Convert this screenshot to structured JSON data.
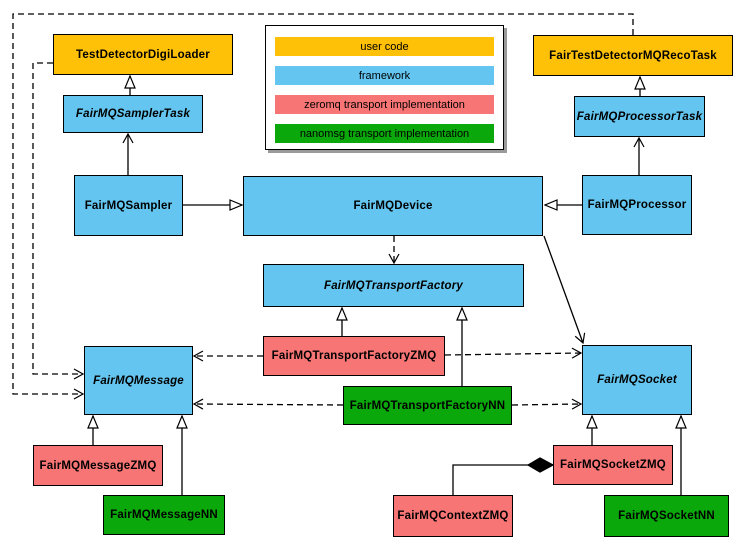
{
  "colors": {
    "user_code": "#FFC107",
    "framework": "#64C6F0",
    "zeromq": "#F87575",
    "nanomsg": "#0BA80B",
    "border": "#000000",
    "background": "#FFFFFF",
    "legend_shadow": "#9A9A9A"
  },
  "legend": {
    "items": [
      {
        "label": "user code",
        "category": "user_code"
      },
      {
        "label": "framework",
        "category": "framework"
      },
      {
        "label": "zeromq transport implementation",
        "category": "zeromq"
      },
      {
        "label": "nanomsg transport implementation",
        "category": "nanomsg"
      }
    ]
  },
  "nodes": [
    {
      "id": "TestDetectorDigiLoader",
      "label": "TestDetectorDigiLoader",
      "category": "user_code",
      "abstract": false
    },
    {
      "id": "FairTestDetectorMQRecoTask",
      "label": "FairTestDetectorMQRecoTask",
      "category": "user_code",
      "abstract": false
    },
    {
      "id": "FairMQSamplerTask",
      "label": "FairMQSamplerTask",
      "category": "framework",
      "abstract": true
    },
    {
      "id": "FairMQProcessorTask",
      "label": "FairMQProcessorTask",
      "category": "framework",
      "abstract": true
    },
    {
      "id": "FairMQSampler",
      "label": "FairMQSampler",
      "category": "framework",
      "abstract": false
    },
    {
      "id": "FairMQDevice",
      "label": "FairMQDevice",
      "category": "framework",
      "abstract": false
    },
    {
      "id": "FairMQProcessor",
      "label": "FairMQProcessor",
      "category": "framework",
      "abstract": false
    },
    {
      "id": "FairMQTransportFactory",
      "label": "FairMQTransportFactory",
      "category": "framework",
      "abstract": true
    },
    {
      "id": "FairMQTransportFactoryZMQ",
      "label": "FairMQTransportFactoryZMQ",
      "category": "zeromq",
      "abstract": false
    },
    {
      "id": "FairMQTransportFactoryNN",
      "label": "FairMQTransportFactoryNN",
      "category": "nanomsg",
      "abstract": false
    },
    {
      "id": "FairMQMessage",
      "label": "FairMQMessage",
      "category": "framework",
      "abstract": true
    },
    {
      "id": "FairMQSocket",
      "label": "FairMQSocket",
      "category": "framework",
      "abstract": true
    },
    {
      "id": "FairMQMessageZMQ",
      "label": "FairMQMessageZMQ",
      "category": "zeromq",
      "abstract": false
    },
    {
      "id": "FairMQMessageNN",
      "label": "FairMQMessageNN",
      "category": "nanomsg",
      "abstract": false
    },
    {
      "id": "FairMQSocketZMQ",
      "label": "FairMQSocketZMQ",
      "category": "zeromq",
      "abstract": false
    },
    {
      "id": "FairMQSocketNN",
      "label": "FairMQSocketNN",
      "category": "nanomsg",
      "abstract": false
    },
    {
      "id": "FairMQContextZMQ",
      "label": "FairMQContextZMQ",
      "category": "zeromq",
      "abstract": false
    }
  ],
  "edges": [
    {
      "from": "FairMQSamplerTask",
      "to": "TestDetectorDigiLoader",
      "line": "solid",
      "head": "hollow-triangle"
    },
    {
      "from": "FairMQProcessorTask",
      "to": "FairTestDetectorMQRecoTask",
      "line": "solid",
      "head": "hollow-triangle"
    },
    {
      "from": "FairMQSampler",
      "to": "FairMQDevice",
      "line": "solid",
      "head": "hollow-triangle"
    },
    {
      "from": "FairMQProcessor",
      "to": "FairMQDevice",
      "line": "solid",
      "head": "hollow-triangle"
    },
    {
      "from": "FairMQTransportFactoryZMQ",
      "to": "FairMQTransportFactory",
      "line": "solid",
      "head": "hollow-triangle"
    },
    {
      "from": "FairMQTransportFactoryNN",
      "to": "FairMQTransportFactory",
      "line": "solid",
      "head": "hollow-triangle"
    },
    {
      "from": "FairMQMessageZMQ",
      "to": "FairMQMessage",
      "line": "solid",
      "head": "hollow-triangle"
    },
    {
      "from": "FairMQMessageNN",
      "to": "FairMQMessage",
      "line": "solid",
      "head": "hollow-triangle"
    },
    {
      "from": "FairMQSocketZMQ",
      "to": "FairMQSocket",
      "line": "solid",
      "head": "hollow-triangle"
    },
    {
      "from": "FairMQSocketNN",
      "to": "FairMQSocket",
      "line": "solid",
      "head": "hollow-triangle"
    },
    {
      "from": "FairMQSampler",
      "to": "FairMQSamplerTask",
      "line": "solid",
      "head": "open-vee"
    },
    {
      "from": "FairMQProcessor",
      "to": "FairMQProcessorTask",
      "line": "solid",
      "head": "open-vee"
    },
    {
      "from": "FairMQDevice",
      "to": "FairMQSocket",
      "line": "solid",
      "head": "open-vee"
    },
    {
      "from": "FairMQDevice",
      "to": "FairMQTransportFactory",
      "line": "dashed",
      "head": "open-vee"
    },
    {
      "from": "FairMQTransportFactoryZMQ",
      "to": "FairMQMessage",
      "line": "dashed",
      "head": "open-vee"
    },
    {
      "from": "FairMQTransportFactoryZMQ",
      "to": "FairMQSocket",
      "line": "dashed",
      "head": "open-vee"
    },
    {
      "from": "FairMQTransportFactoryNN",
      "to": "FairMQMessage",
      "line": "dashed",
      "head": "open-vee"
    },
    {
      "from": "FairMQTransportFactoryNN",
      "to": "FairMQSocket",
      "line": "dashed",
      "head": "open-vee"
    },
    {
      "from": "FairTestDetectorMQRecoTask",
      "to": "FairMQMessage",
      "line": "dashed",
      "head": "open-vee"
    },
    {
      "from": "TestDetectorDigiLoader",
      "to": "FairMQMessage",
      "line": "dashed",
      "head": "open-vee"
    },
    {
      "from": "FairMQContextZMQ",
      "to": "FairMQSocketZMQ",
      "line": "solid",
      "head": "filled-diamond"
    }
  ]
}
